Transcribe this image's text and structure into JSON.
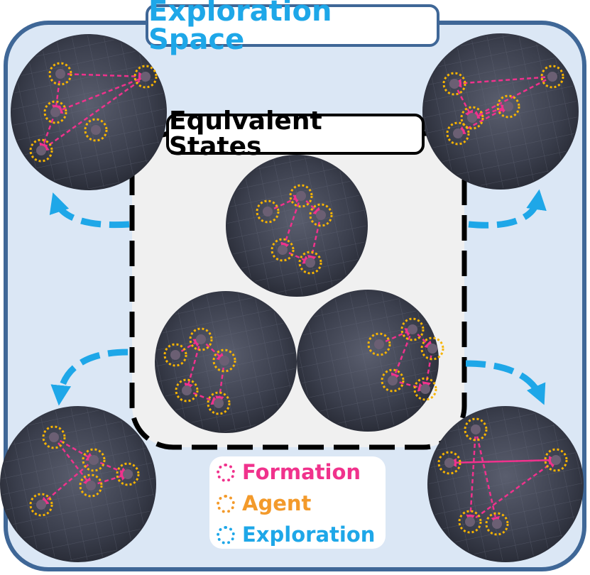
{
  "titles": {
    "outer": "Exploration Space",
    "inner": "Equivalent States"
  },
  "legend": [
    {
      "label": "Formation",
      "color": "#f0328c",
      "icon": "formation-dotted-circle"
    },
    {
      "label": "Agent",
      "color": "#f39a2b",
      "icon": "agent-dotted-circle"
    },
    {
      "label": "Exploration",
      "color": "#1ea7e8",
      "icon": "exploration-dotted-circle"
    }
  ],
  "colors": {
    "outer_border": "#3f6797",
    "outer_fill": "#dbe7f5",
    "inner_fill": "#f0f0f0",
    "inner_border": "#000000",
    "formation": "#f0328c",
    "agent": "#f7b400",
    "exploration": "#1ea7e8",
    "ground": "#3b3f4d"
  }
}
